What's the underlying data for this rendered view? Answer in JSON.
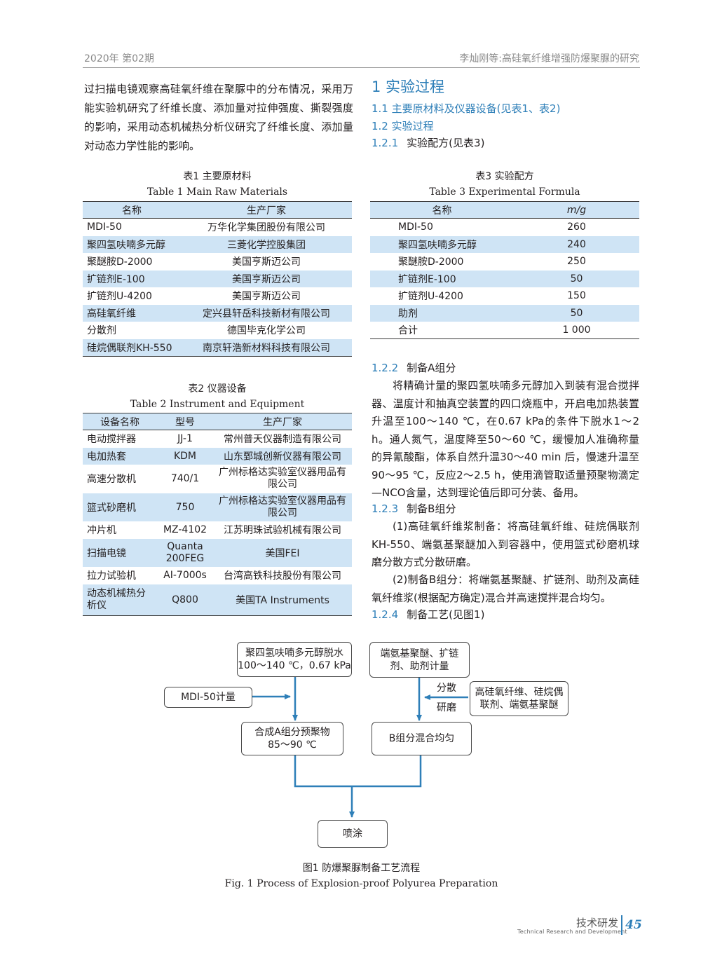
{
  "header": {
    "issue": "2020年  第02期",
    "running_title": "李灿刚等:高硅氧纤维增强防爆聚脲的研究"
  },
  "intro_paragraph": "过扫描电镜观察高硅氧纤维在聚脲中的分布情况，采用万能实验机研究了纤维长度、添加量对拉伸强度、撕裂强度的影响，采用动态机械热分析仪研究了纤维长度、添加量对动态力学性能的影响。",
  "sections": {
    "s1": "1   实验过程",
    "s1_1": "1.1   主要原材料及仪器设备(见表1、表2)",
    "s1_2": "1.2   实验过程",
    "s1_2_1_num": "1.2.1",
    "s1_2_1_title": "实验配方(见表3)",
    "s1_2_2_num": "1.2.2",
    "s1_2_2_title": "制备A组分",
    "s1_2_2_text": "将精确计量的聚四氢呋喃多元醇加入到装有混合搅拌器、温度计和抽真空装置的四口烧瓶中，开启电加热装置升温至100～140 ℃，在0.67 kPa的条件下脱水1～2 h。通人氮气，温度降至50～60 ℃，缓慢加人准确称量的异氰酸酯，体系自然升温30～40 min 后，慢速升温至90～95 ℃，反应2～2.5 h，使用滴管取适量预聚物滴定—NCO含量，达到理论值后即可分装、备用。",
    "s1_2_3_num": "1.2.3",
    "s1_2_3_title": "制备B组分",
    "s1_2_3_text1": "(1)高硅氧纤维浆制备：将高硅氧纤维、硅烷偶联剂KH-550、端氨基聚醚加入到容器中，使用篮式砂磨机球磨分散方式分散研磨。",
    "s1_2_3_text2": "(2)制备B组分：将端氨基聚醚、扩链剂、助剂及高硅氧纤维浆(根据配方确定)混合并高速搅拌混合均匀。",
    "s1_2_4_num": "1.2.4",
    "s1_2_4_title": "制备工艺(见图1)"
  },
  "table1": {
    "caption_zh": "表1   主要原材料",
    "caption_en": "Table 1     Main Raw Materials",
    "headers": [
      "名称",
      "生产厂家"
    ],
    "rows": [
      [
        "MDI-50",
        "万华化学集团股份有限公司"
      ],
      [
        "聚四氢呋喃多元醇",
        "三菱化学控股集团"
      ],
      [
        "聚醚胺D-2000",
        "美国亨斯迈公司"
      ],
      [
        "扩链剂E-100",
        "美国亨斯迈公司"
      ],
      [
        "扩链剂U-4200",
        "美国亨斯迈公司"
      ],
      [
        "高硅氧纤维",
        "定兴县轩岳科技新材有限公司"
      ],
      [
        "分散剂",
        "德国毕克化学公司"
      ],
      [
        "硅烷偶联剂KH-550",
        "南京轩浩新材料科技有限公司"
      ]
    ]
  },
  "table2": {
    "caption_zh": "表2   仪器设备",
    "caption_en": "Table 2     Instrument and Equipment",
    "headers": [
      "设备名称",
      "型号",
      "生产厂家"
    ],
    "rows": [
      [
        "电动搅拌器",
        "JJ-1",
        "常州普天仪器制造有限公司"
      ],
      [
        "电加热套",
        "KDM",
        "山东鄄城创新仪器有限公司"
      ],
      [
        "高速分散机",
        "740/1",
        "广州标格达实验室仪器用品有限公司"
      ],
      [
        "篮式砂磨机",
        "750",
        "广州标格达实验室仪器用品有限公司"
      ],
      [
        "冲片机",
        "MZ-4102",
        "江苏明珠试验机械有限公司"
      ],
      [
        "扫描电镜",
        "Quanta 200FEG",
        "美国FEI"
      ],
      [
        "拉力试验机",
        "AI-7000s",
        "台湾高铁科技股份有限公司"
      ],
      [
        "动态机械热分析仪",
        "Q800",
        "美国TA Instruments"
      ]
    ]
  },
  "table3": {
    "caption_zh": "表3   实验配方",
    "caption_en": "Table 3     Experimental Formula",
    "headers": [
      "名称",
      "m/g"
    ],
    "rows": [
      [
        "MDI-50",
        "260"
      ],
      [
        "聚四氢呋喃多元醇",
        "240"
      ],
      [
        "聚醚胺D-2000",
        "250"
      ],
      [
        "扩链剂E-100",
        "50"
      ],
      [
        "扩链剂U-4200",
        "150"
      ],
      [
        "助剂",
        "50"
      ],
      [
        "合计",
        "1 000"
      ]
    ]
  },
  "flowchart": {
    "box_dehydrate_l1": "聚四氢呋喃多元醇脱水",
    "box_dehydrate_l2": "100～140 ℃，0.67 kPa",
    "box_mdi": "MDI-50计量",
    "box_prepolymer_l1": "合成A组分预聚物",
    "box_prepolymer_l2": "85～90 ℃",
    "box_amine_l1": "端氨基聚醚、扩链",
    "box_amine_l2": "剂、助剂计量",
    "box_fiber_l1": "高硅氧纤维、硅烷偶",
    "box_fiber_l2": "联剂、端氨基聚醚",
    "label_disperse": "分散",
    "label_grind": "研磨",
    "box_b_mix": "B组分混合均匀",
    "box_spray": "喷涂"
  },
  "figure": {
    "caption_zh": "图1   防爆聚脲制备工艺流程",
    "caption_en": "Fig. 1     Process of Explosion-proof Polyurea Preparation"
  },
  "footer": {
    "column": "技术研发",
    "column_en": "Technical Research and Development",
    "page": "45"
  },
  "colors": {
    "accent": "#2e7fb8",
    "table_band": "#cfe4f5"
  }
}
